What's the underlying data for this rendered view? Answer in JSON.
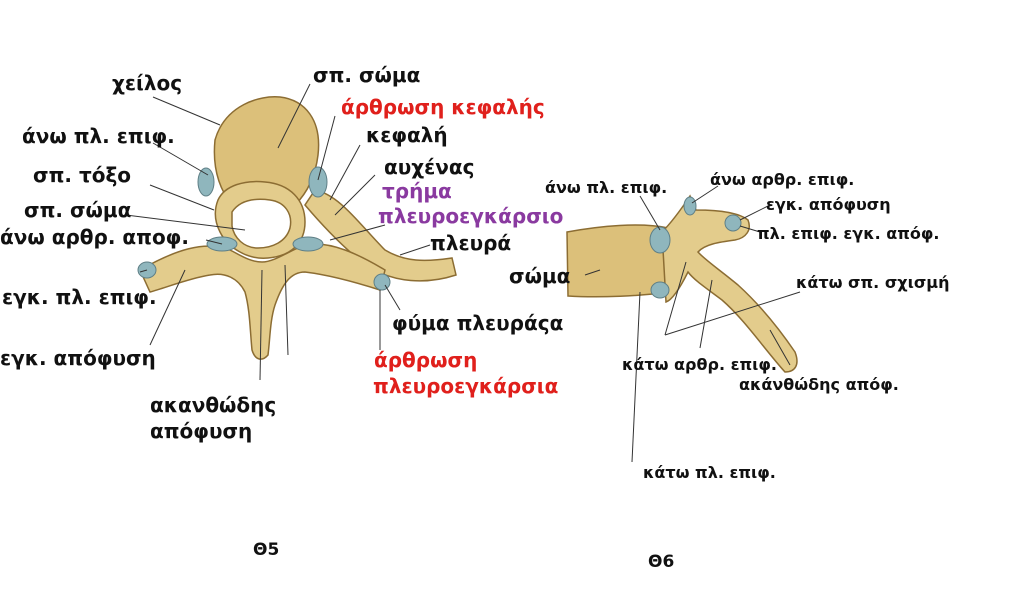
{
  "colors": {
    "bone": "#e3cc8c",
    "bone_dark": "#b8974f",
    "cartilage": "#8fb6bd",
    "red": "#e0201c",
    "purple": "#8a3aa0"
  },
  "t5": {
    "caption": "Θ5",
    "labels": {
      "lip": "χείλος",
      "upper_costal_facet": "άνω πλ. επιφ.",
      "vertebral_arch": "σπ. τόξο",
      "vertebral_body_left": "σπ. σώμα",
      "upper_articular_process": "άνω αρθρ. αποφ.",
      "transverse_costal_facet": "εγκ. πλ. επιφ.",
      "transverse_process": "εγκ. απόφυση",
      "spinous_process_1": "ακανθώδης",
      "spinous_process_2": "απόφυση",
      "vertebral_body_top": "σπ. σώμα",
      "head_joint": "άρθρωση κεφαλής",
      "head": "κεφαλή",
      "neck": "αυχένας",
      "foramen_1": "τρήμα",
      "foramen_2": "πλευροεγκάρσιο",
      "rib": "πλευρά",
      "rib_tubercle": "φύμα πλευράςα",
      "costotransverse_joint_1": "άρθρωση",
      "costotransverse_joint_2": "πλευροεγκάρσια"
    }
  },
  "t6": {
    "caption": "Θ6",
    "labels": {
      "upper_costal_facet": "άνω πλ. επιφ.",
      "upper_articular_facet": "άνω αρθρ. επιφ.",
      "transverse_process": "εγκ. απόφυση",
      "transverse_costal_facet": "πλ. επιφ. εγκ. απόφ.",
      "inferior_notch": "κάτω σπ. σχισμή",
      "body": "σώμα",
      "inferior_articular_facet": "κάτω αρθρ. επιφ.",
      "spinous_process": "ακάνθώδης απόφ.",
      "lower_costal_facet": "κάτω πλ. επιφ."
    }
  }
}
